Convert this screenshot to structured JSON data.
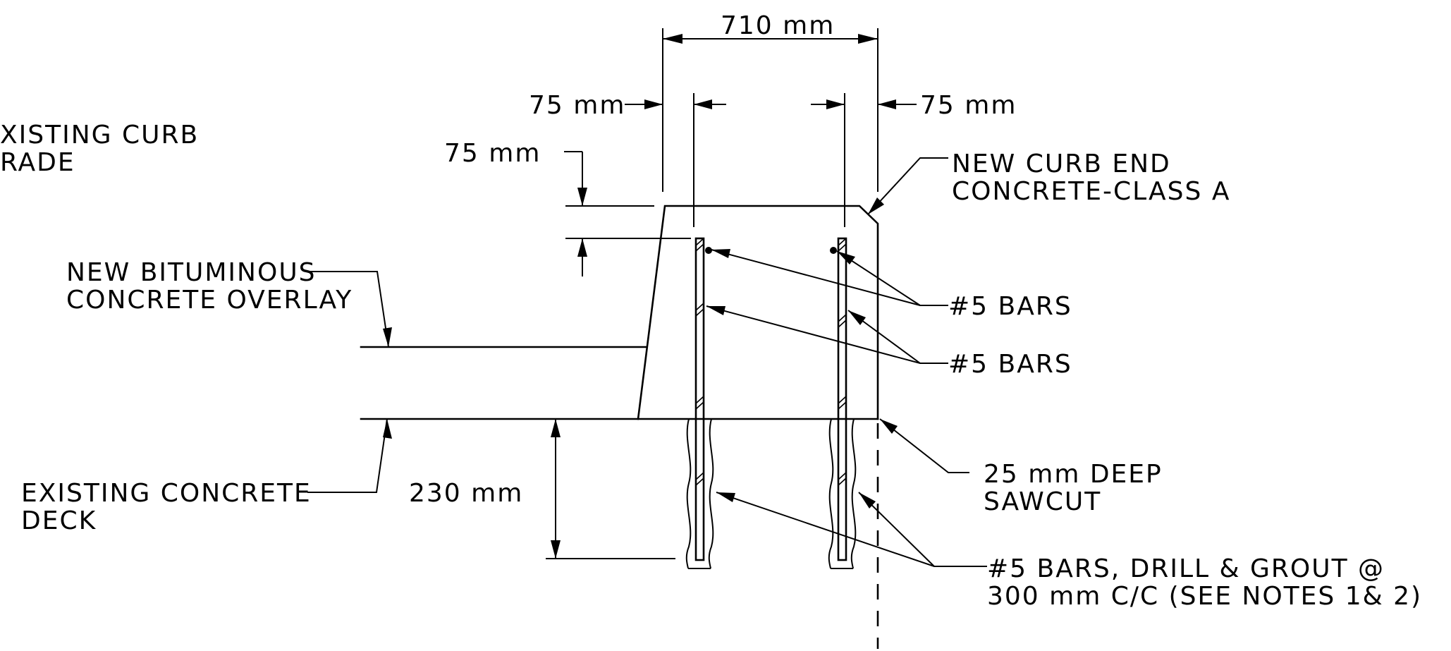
{
  "dimensions": {
    "top_width": "710 mm",
    "left_offset": "75 mm",
    "right_offset": "75 mm",
    "top_cover": "75 mm",
    "embed_depth": "230 mm"
  },
  "labels": {
    "existing_curb_line1": "XISTING CURB",
    "existing_curb_line2": "RADE",
    "new_curb_end_line1": "NEW CURB END",
    "new_curb_end_line2": "CONCRETE-CLASS A",
    "overlay_line1": "NEW BITUMINOUS",
    "overlay_line2": "CONCRETE OVERLAY",
    "bars_top": "#5 BARS",
    "bars_vertical": "#5 BARS",
    "sawcut_line1": "25 mm DEEP",
    "sawcut_line2": "SAWCUT",
    "deck_line1": "EXISTING CONCRETE",
    "deck_line2": "DECK",
    "dowels_line1": "#5 BARS, DRILL & GROUT @",
    "dowels_line2": "300 mm C/C (SEE NOTES 1& 2)"
  }
}
